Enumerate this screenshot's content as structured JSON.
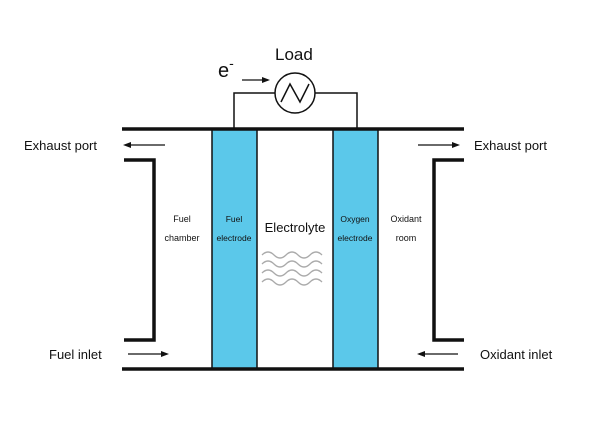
{
  "load": {
    "label": "Load",
    "electron_label": "e",
    "electron_sup": "-"
  },
  "ports": {
    "exhaust_left": "Exhaust port",
    "exhaust_right": "Exhaust port",
    "fuel_inlet": "Fuel inlet",
    "oxidant_inlet": "Oxidant inlet"
  },
  "sections": {
    "fuel_chamber": [
      "Fuel",
      "chamber"
    ],
    "fuel_electrode": [
      "Fuel",
      "electrode"
    ],
    "electrolyte": "Electrolyte",
    "oxygen_electrode": [
      "Oxygen",
      "electrode"
    ],
    "oxidant_room": [
      "Oxidant",
      "room"
    ]
  },
  "colors": {
    "electrode_fill": "#5bc8ea",
    "line": "#111111",
    "background": "#ffffff"
  },
  "icons": {
    "source": "ac-source-icon"
  }
}
